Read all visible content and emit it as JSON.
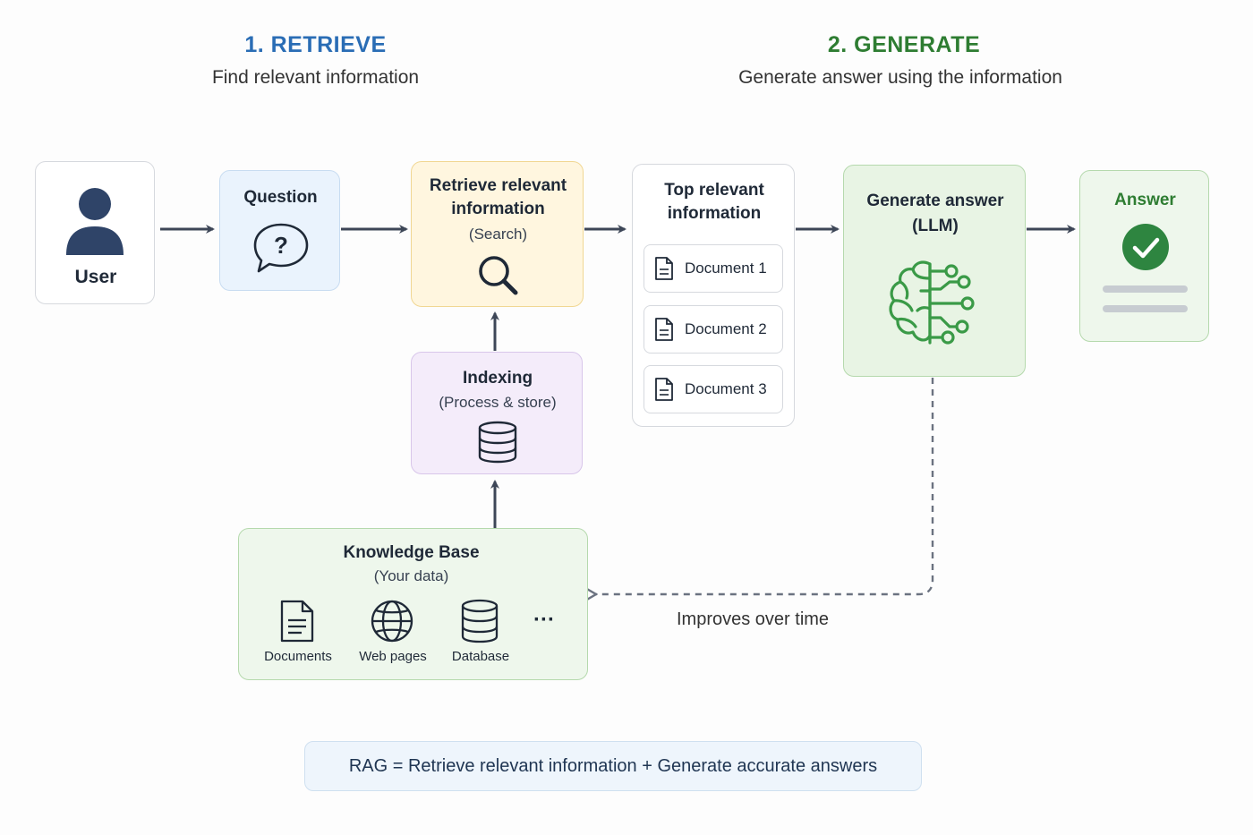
{
  "phases": {
    "retrieve": {
      "title": "1. RETRIEVE",
      "subtitle": "Find relevant information"
    },
    "generate": {
      "title": "2. GENERATE",
      "subtitle": "Generate answer using the information"
    }
  },
  "nodes": {
    "user": {
      "label": "User",
      "icon": "user-icon"
    },
    "question": {
      "label": "Question",
      "icon": "question-bubble-icon"
    },
    "retrieve": {
      "title_line1": "Retrieve relevant",
      "title_line2": "information",
      "subtitle": "(Search)",
      "icon": "magnifier-icon"
    },
    "indexing": {
      "title": "Indexing",
      "subtitle": "(Process & store)",
      "icon": "database-icon"
    },
    "top_info": {
      "title_line1": "Top relevant",
      "title_line2": "information",
      "documents": [
        "Document 1",
        "Document 2",
        "Document 3"
      ],
      "icon": "document-icon"
    },
    "generate": {
      "title_line1": "Generate answer",
      "title_line2": "(LLM)",
      "icon": "brain-circuit-icon"
    },
    "answer": {
      "label": "Answer",
      "icon": "check-circle-icon"
    },
    "knowledge_base": {
      "title": "Knowledge Base",
      "subtitle": "(Your data)",
      "items": [
        {
          "label": "Documents",
          "icon": "document-icon"
        },
        {
          "label": "Web pages",
          "icon": "globe-icon"
        },
        {
          "label": "Database",
          "icon": "database-icon"
        }
      ],
      "more": "···"
    }
  },
  "feedback_label": "Improves over time",
  "footer": "RAG = Retrieve relevant information + Generate accurate answers",
  "colors": {
    "retrieve_accent": "#2a6db5",
    "generate_accent": "#2e7d32",
    "arrow": "#3d4657",
    "user_icon": "#2f4468",
    "question_bg": "#eaf3fd",
    "retrieve_bg": "#fff6df",
    "indexing_bg": "#f4ecfa",
    "generate_bg": "#e8f4e4",
    "check_green": "#2e8540"
  }
}
